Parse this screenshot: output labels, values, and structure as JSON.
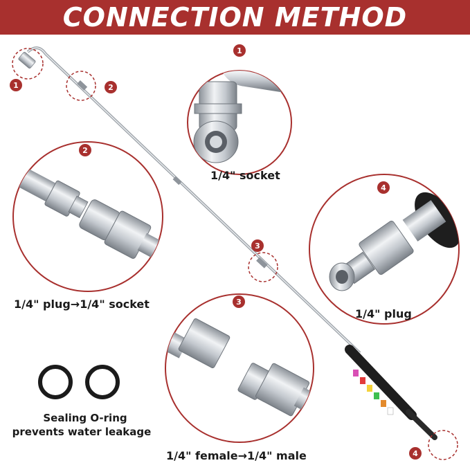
{
  "header": {
    "title": "CONNECTION METHOD"
  },
  "badges": {
    "b1": "1",
    "b2": "2",
    "b3": "3",
    "b4": "4"
  },
  "callouts": {
    "socket": "1/4\" socket",
    "plug_to_socket": "1/4\" plug→1/4\" socket",
    "plug": "1/4\" plug",
    "female_to_male": "1/4\" female→1/4\" male",
    "oring_line1": "Sealing O-ring",
    "oring_line2": "prevents water leakage"
  },
  "colors": {
    "brand_red": "#a8302e",
    "steel": "#b9bec4",
    "hose_black": "#1e1e1e"
  }
}
